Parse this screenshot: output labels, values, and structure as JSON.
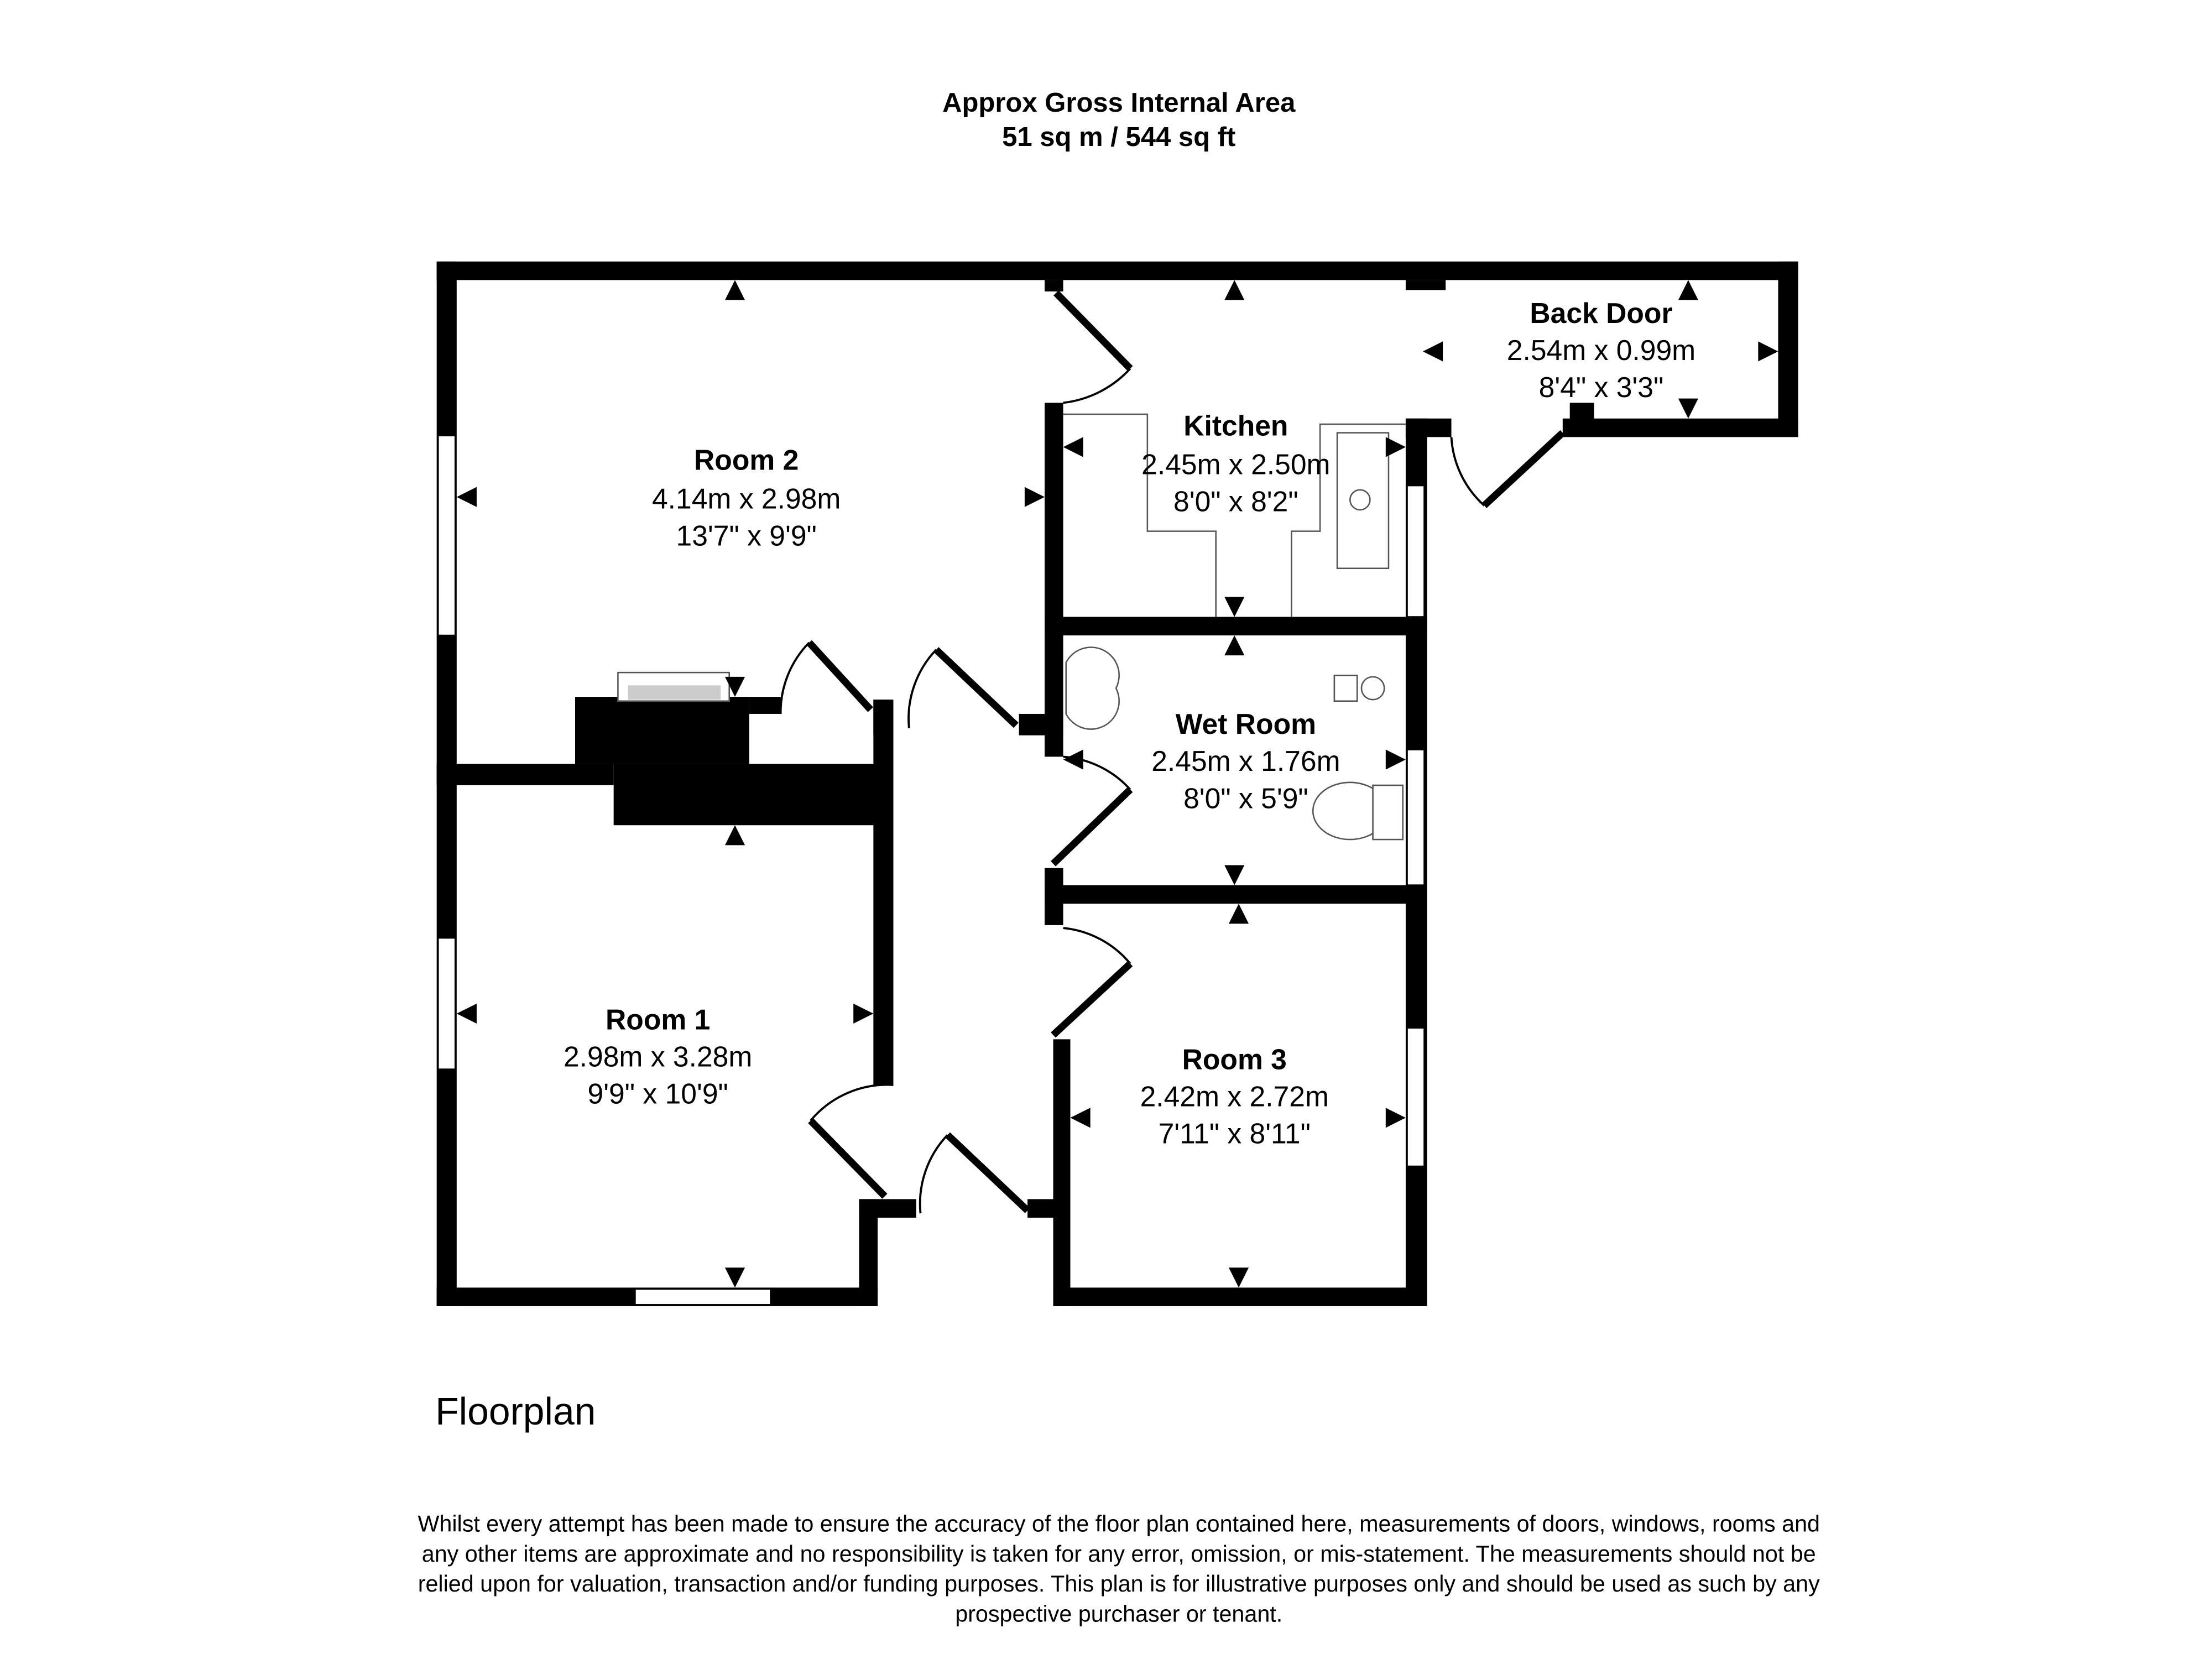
{
  "header": {
    "line1": "Approx Gross Internal Area",
    "line2": "51 sq m / 544 sq ft"
  },
  "rooms": [
    {
      "name": "Room 2",
      "metric": "4.14m x 2.98m",
      "imperial": "13'7\" x 9'9\""
    },
    {
      "name": "Kitchen",
      "metric": "2.45m x 2.50m",
      "imperial": "8'0\" x 8'2\""
    },
    {
      "name": "Back Door",
      "metric": "2.54m x 0.99m",
      "imperial": "8'4\" x 3'3\""
    },
    {
      "name": "Wet Room",
      "metric": "2.45m x 1.76m",
      "imperial": "8'0\" x 5'9\""
    },
    {
      "name": "Room 1",
      "metric": "2.98m x 3.28m",
      "imperial": "9'9\" x 10'9\""
    },
    {
      "name": "Room 3",
      "metric": "2.42m x 2.72m",
      "imperial": "7'11\" x 8'11\""
    }
  ],
  "floor_label": "Floorplan",
  "disclaimer": [
    "Whilst every attempt has been made to ensure the accuracy of the floor plan contained here, measurements of doors, windows, rooms and",
    "any other items are approximate and no responsibility is taken for any error, omission, or mis-statement. The measurements should not be",
    "relied upon for valuation, transaction and/or funding purposes. This plan is for illustrative purposes only and should be used as such by any",
    "prospective purchaser or tenant."
  ]
}
